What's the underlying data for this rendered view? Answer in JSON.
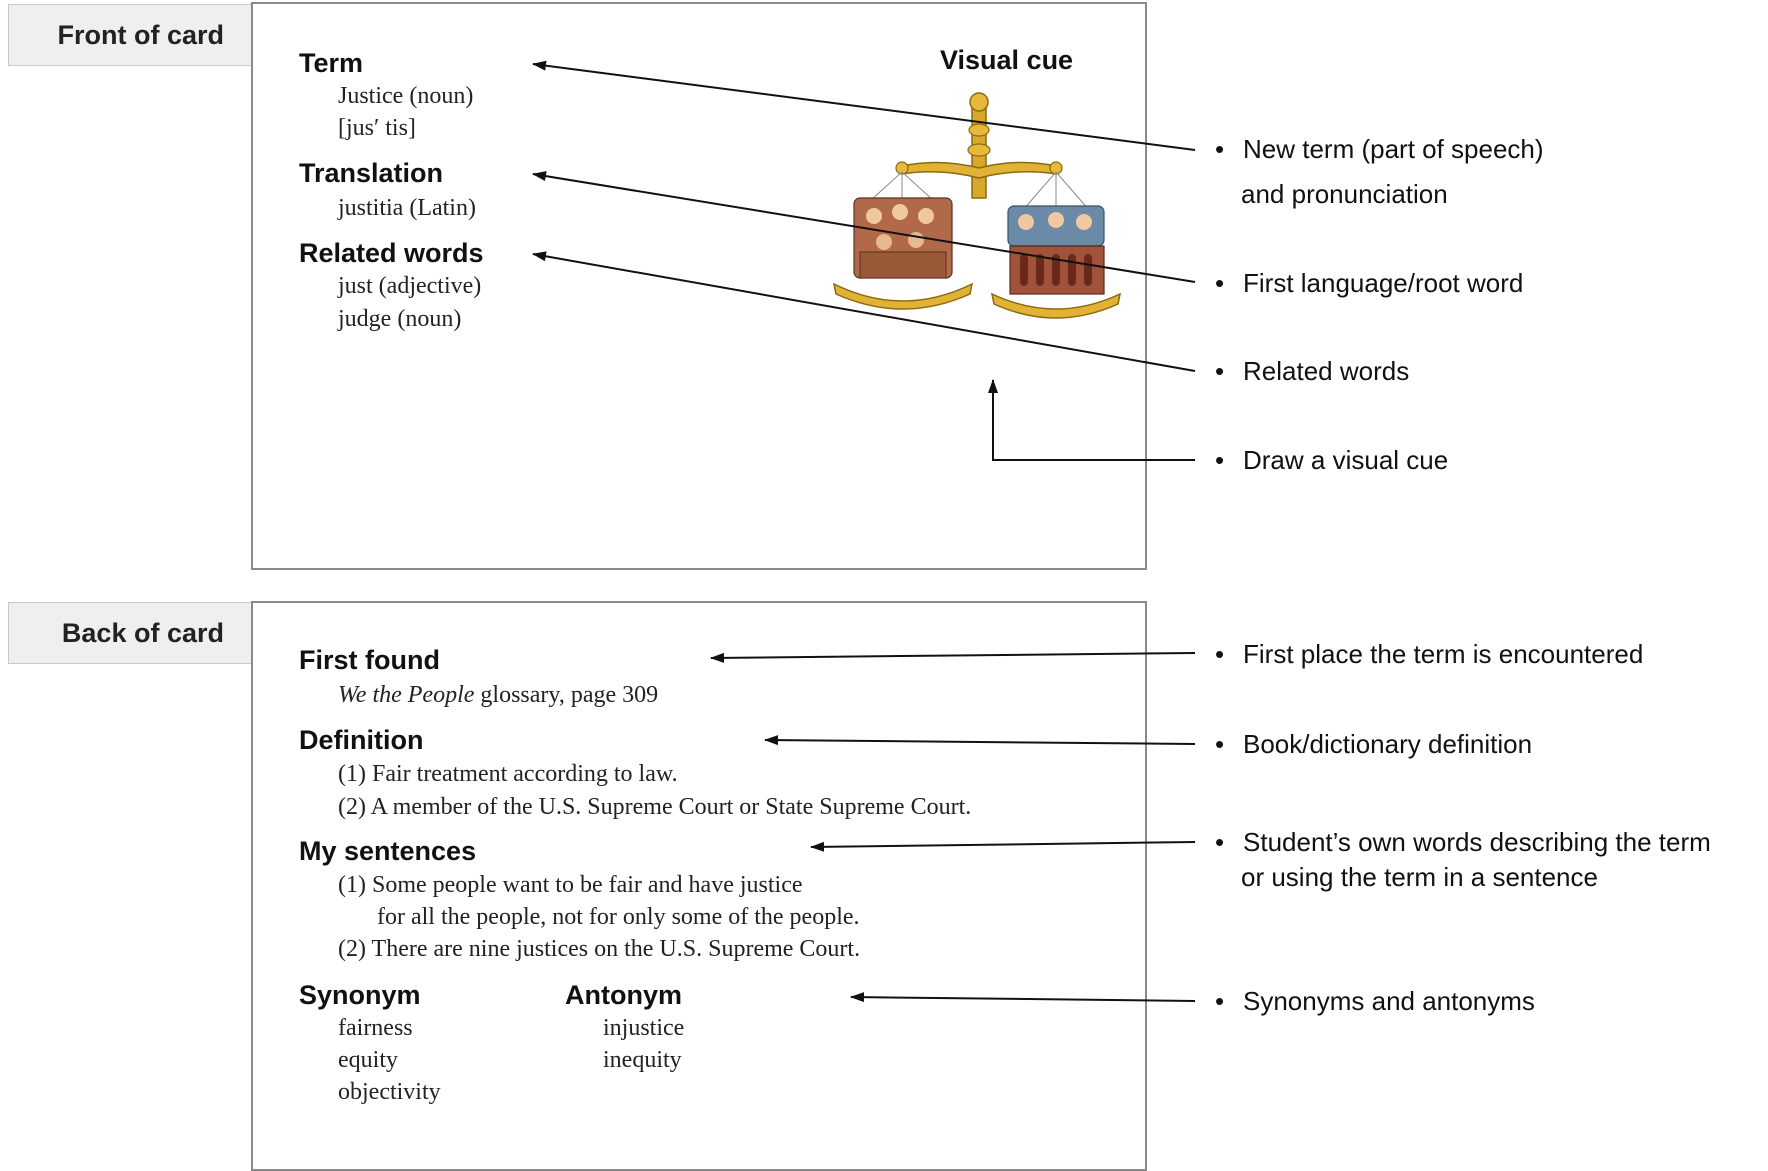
{
  "front": {
    "tab_label": "Front of card",
    "term_heading": "Term",
    "term_lines": [
      "Justice (noun)",
      "[jus′ tis]"
    ],
    "translation_heading": "Translation",
    "translation_lines": [
      "justitia (Latin)"
    ],
    "related_heading": "Related words",
    "related_lines": [
      "just (adjective)",
      "judge (noun)"
    ],
    "visual_cue_heading": "Visual cue"
  },
  "back": {
    "tab_label": "Back of card",
    "first_found_heading": "First found",
    "first_found_italic": "We the People",
    "first_found_rest": " glossary, page 309",
    "definition_heading": "Definition",
    "definition_lines": [
      "(1) Fair treatment according to law.",
      "(2) A member of the U.S. Supreme Court or State Supreme Court."
    ],
    "sentences_heading": "My sentences",
    "sentences_lines": [
      "(1) Some people want to be fair and have justice",
      "for all the people, not for only some of the people.",
      "(2) There are nine justices on the U.S. Supreme Court."
    ],
    "synonym_heading": "Synonym",
    "synonym_lines": [
      "fairness",
      "equity",
      "objectivity"
    ],
    "antonym_heading": "Antonym",
    "antonym_lines": [
      "injustice",
      "inequity"
    ]
  },
  "annotations": {
    "front": [
      {
        "lines": [
          "New term (part of speech)",
          "and pronunciation"
        ]
      },
      {
        "lines": [
          "First language/root word"
        ]
      },
      {
        "lines": [
          "Related words"
        ]
      },
      {
        "lines": [
          "Draw a visual cue"
        ]
      }
    ],
    "back": [
      {
        "lines": [
          "First place the term is encountered"
        ]
      },
      {
        "lines": [
          "Book/dictionary definition"
        ]
      },
      {
        "lines": [
          "Student’s own words describing the term",
          "or using the term in a sentence"
        ]
      },
      {
        "lines": [
          "Synonyms and antonyms"
        ]
      }
    ],
    "bullet": "•"
  },
  "illustration": {
    "icon": "scales-of-justice-icon"
  }
}
